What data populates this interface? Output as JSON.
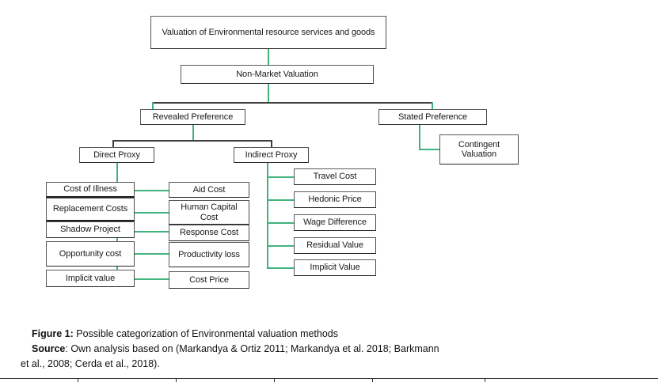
{
  "figure": {
    "title_node": "Valuation of Environmental resource services and goods",
    "nodes": {
      "root": "Valuation of Environmental resource services and goods",
      "non_market": "Non-Market Valuation",
      "revealed": "Revealed Preference",
      "stated": "Stated Preference",
      "contingent": "Contingent Valuation",
      "direct_proxy": "Direct Proxy",
      "indirect_proxy": "Indirect Proxy"
    },
    "direct_proxy_left_column": [
      "Cost of Illness",
      "Replacement Costs",
      "Shadow Project",
      "Opportunity cost",
      "Implicit value"
    ],
    "direct_proxy_right_column": [
      "Aid Cost",
      "Human Capital Cost",
      "Response Cost",
      "Productivity loss",
      "Cost Price"
    ],
    "indirect_proxy_column": [
      "Travel Cost",
      "Hedonic Price",
      "Wage Difference",
      "Residual Value",
      "Implicit Value"
    ],
    "colors": {
      "connector_green": "#43b37d",
      "connector_dark": "#3f3f3f",
      "box_border": "#595959",
      "background": "#ffffff",
      "text": "#1a1a1a"
    }
  },
  "caption": {
    "figure_label": "Figure 1:",
    "figure_text": " Possible categorization of Environmental valuation methods",
    "source_label": "Source",
    "source_text": ": Own analysis based on (Markandya & Ortiz 2011; Markandya et al. 2018; Barkmann",
    "source_text_line2": "et al., 2008; Cerda et al., 2018)."
  }
}
